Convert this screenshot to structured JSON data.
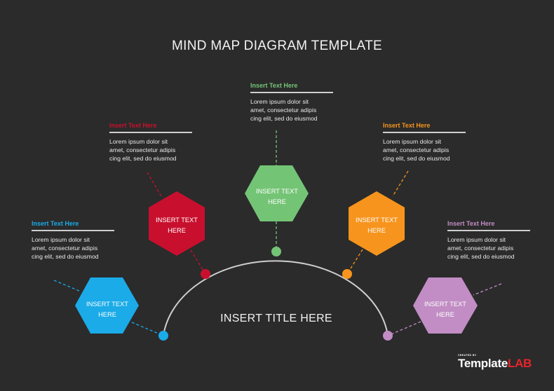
{
  "page": {
    "title": "MIND MAP DIAGRAM TEMPLATE",
    "center_title": "INSERT TITLE HERE",
    "background": "#2b2b2b"
  },
  "nodes": [
    {
      "id": "blue",
      "color": "#1aabe8",
      "hex_label_line1": "INSERT TEXT",
      "hex_label_line2": "HERE",
      "callout_heading": "Insert Text Here",
      "callout_body_line1": "Lorem ipsum dolor sit",
      "callout_body_line2": "amet, consectetur adipis",
      "callout_body_line3": "cing elit, sed do eiusmod"
    },
    {
      "id": "red",
      "color": "#c8102e",
      "hex_label_line1": "INSERT TEXT",
      "hex_label_line2": "HERE",
      "callout_heading": "Insert Text Here",
      "callout_body_line1": "Lorem ipsum dolor sit",
      "callout_body_line2": "amet, consectetur adipis",
      "callout_body_line3": "cing elit, sed do eiusmod"
    },
    {
      "id": "green",
      "color": "#74c476",
      "hex_label_line1": "INSERT TEXT",
      "hex_label_line2": "HERE",
      "callout_heading": "Insert Text Here",
      "callout_body_line1": "Lorem ipsum dolor sit",
      "callout_body_line2": "amet, consectetur adipis",
      "callout_body_line3": "cing elit, sed do eiusmod"
    },
    {
      "id": "orange",
      "color": "#f7941d",
      "hex_label_line1": "INSERT TEXT",
      "hex_label_line2": "HERE",
      "callout_heading": "Insert Text Here",
      "callout_body_line1": "Lorem ipsum dolor sit",
      "callout_body_line2": "amet, consectetur adipis",
      "callout_body_line3": "cing elit, sed do eiusmod"
    },
    {
      "id": "purple",
      "color": "#c18dc4",
      "hex_label_line1": "INSERT TEXT",
      "hex_label_line2": "HERE",
      "callout_heading": "Insert Text Here",
      "callout_body_line1": "Lorem ipsum dolor sit",
      "callout_body_line2": "amet, consectetur adipis",
      "callout_body_line3": "cing elit, sed do eiusmod"
    }
  ],
  "logo": {
    "created_by": "CREATED BY",
    "brand_part1": "Template",
    "brand_part2": "LAB"
  }
}
